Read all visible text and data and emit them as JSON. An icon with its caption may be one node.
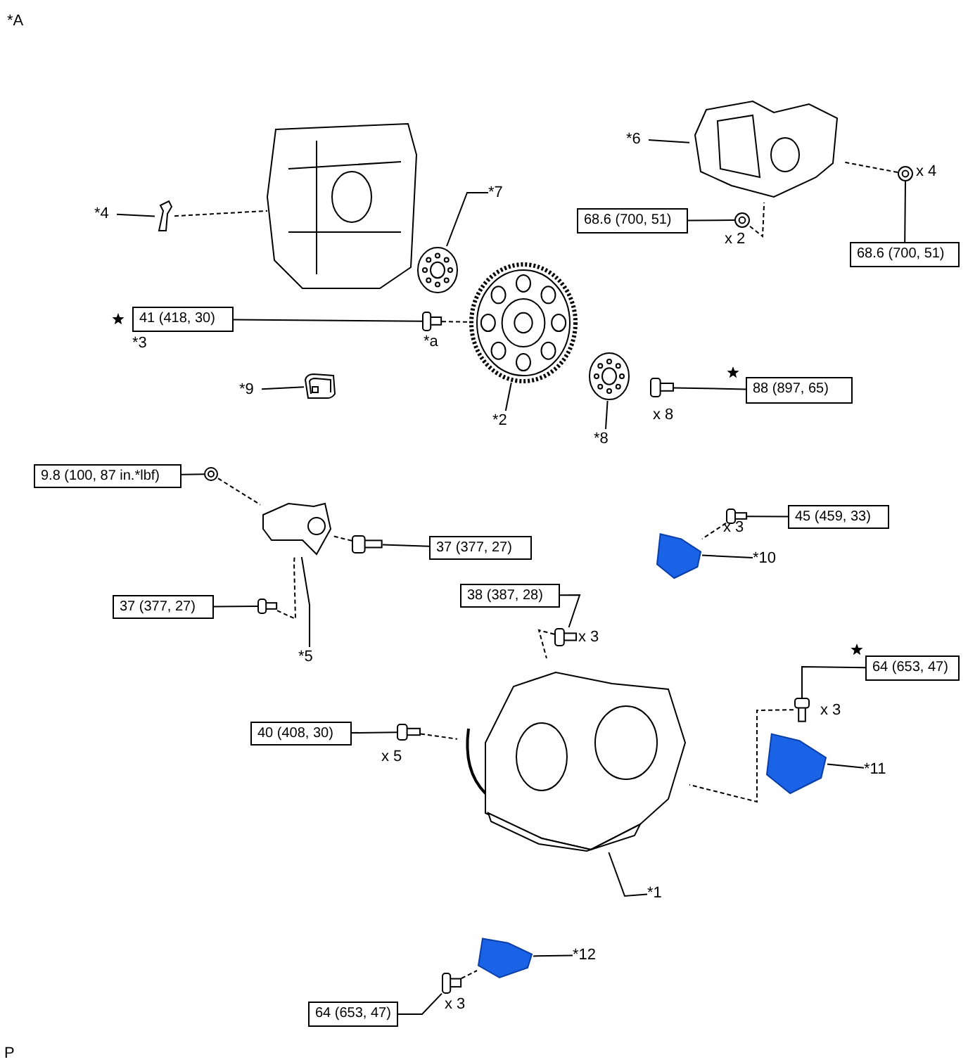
{
  "diagram": {
    "nodes": [
      {
        "text": [
          "*4"
        ]
      },
      {
        "text": [],
        "shape": "picture"
      },
      {
        "text": [
          "*6"
        ]
      },
      {
        "text": [],
        "shape": "picture"
      },
      {
        "text": [
          "*7"
        ]
      },
      {
        "text": [],
        "shape": "picture"
      },
      {
        "text": [
          "41 (418, 30)"
        ],
        "beside": [
          "*3"
        ]
      },
      {
        "text": [],
        "shape": "picture",
        "beside": [
          "*a"
        ]
      },
      {
        "text": [
          "*2"
        ]
      },
      {
        "text": [],
        "shape": "picture"
      },
      {
        "text": [
          "*9"
        ]
      },
      {
        "text": [],
        "shape": "picture"
      },
      {
        "text": [
          "*8"
        ]
      },
      {
        "text": [],
        "shape": "picture"
      },
      {
        "text": [
          "88 (897, 65)"
        ]
      },
      {
        "text": [],
        "shape": "picture",
        "beside": [
          "x 8"
        ]
      },
      {
        "text": [
          "68.6 (700, 51)"
        ]
      },
      {
        "text": [],
        "shape": "picture",
        "beside": [
          "x 2"
        ]
      },
      {
        "text": [
          "68.6 (700, 51)"
        ]
      },
      {
        "text": [],
        "shape": "picture",
        "beside": [
          "x 4"
        ]
      },
      {
        "text": [
          "9.8 (100, 87 in.*lbf)"
        ]
      },
      {
        "text": [],
        "shape": "picture"
      },
      {
        "text": [
          "37 (377, 27)"
        ]
      },
      {
        "text": [],
        "shape": "picture"
      },
      {
        "text": [
          "37 (377, 27)"
        ]
      },
      {
        "text": [],
        "shape": "picture"
      },
      {
        "text": [
          "*5"
        ]
      },
      {
        "text": [],
        "shape": "picture"
      },
      {
        "text": [
          "45 (459, 33)"
        ]
      },
      {
        "text": [],
        "shape": "picture",
        "beside": [
          "x 3"
        ]
      },
      {
        "text": [
          "*10"
        ]
      },
      {
        "text": [],
        "shape": "picture"
      },
      {
        "text": [
          "38 (387, 28)"
        ]
      },
      {
        "text": [],
        "shape": "picture",
        "beside": [
          "x 3"
        ]
      },
      {
        "text": [
          "64 (653, 47)"
        ]
      },
      {
        "text": [],
        "shape": "picture",
        "beside": [
          "x 3"
        ]
      },
      {
        "text": [
          "40 (408, 30)"
        ]
      },
      {
        "text": [],
        "shape": "picture",
        "beside": [
          "x 5"
        ]
      },
      {
        "text": [
          "*11"
        ]
      },
      {
        "text": [],
        "shape": "picture"
      },
      {
        "text": [
          "*1"
        ]
      },
      {
        "text": [],
        "shape": "picture"
      },
      {
        "text": [
          "*12"
        ]
      },
      {
        "text": [],
        "shape": "picture"
      },
      {
        "text": [
          "64 (653, 47)"
        ]
      },
      {
        "text": [],
        "shape": "picture",
        "beside": [
          "x 3"
        ]
      },
      {
        "text": [],
        "shape": "picture"
      }
    ],
    "edges": [
      {
        "from": 0,
        "to": 1,
        "arrow": "none"
      },
      {
        "from": 2,
        "to": 3,
        "arrow": "none"
      },
      {
        "from": 4,
        "to": 5,
        "arrow": "none"
      },
      {
        "from": 6,
        "to": 7,
        "arrow": "none"
      },
      {
        "from": 8,
        "to": 9,
        "arrow": "none"
      },
      {
        "from": 10,
        "to": 11,
        "arrow": "none"
      },
      {
        "from": 12,
        "to": 13,
        "arrow": "none"
      },
      {
        "from": 14,
        "to": 15,
        "arrow": "none"
      },
      {
        "from": 16,
        "to": 17,
        "arrow": "none"
      },
      {
        "from": 18,
        "to": 19,
        "arrow": "none"
      },
      {
        "from": 20,
        "to": 21,
        "arrow": "none"
      },
      {
        "from": 22,
        "to": 23,
        "arrow": "none"
      },
      {
        "from": 24,
        "to": 25,
        "arrow": "none"
      },
      {
        "from": 26,
        "to": 27,
        "arrow": "none"
      },
      {
        "from": 28,
        "to": 29,
        "arrow": "none"
      },
      {
        "from": 30,
        "to": 31,
        "arrow": "none"
      },
      {
        "from": 32,
        "to": 33,
        "arrow": "none"
      },
      {
        "from": 34,
        "to": 35,
        "arrow": "none"
      },
      {
        "from": 36,
        "to": 37,
        "arrow": "none"
      },
      {
        "from": 38,
        "to": 39,
        "arrow": "none"
      },
      {
        "from": 40,
        "to": 41,
        "arrow": "none"
      },
      {
        "from": 42,
        "to": 43,
        "arrow": "none"
      },
      {
        "from": 44,
        "to": 45,
        "arrow": "none"
      },
      {
        "from": 1,
        "to": 46,
        "arrow": "none",
        "style": "dashed"
      },
      {
        "from": 7,
        "to": 9,
        "arrow": "none",
        "style": "dashed"
      },
      {
        "from": 19,
        "to": 3,
        "arrow": "none",
        "style": "dashed"
      },
      {
        "from": 17,
        "to": 3,
        "arrow": "none",
        "style": "dashed"
      },
      {
        "from": 21,
        "to": 27,
        "arrow": "none",
        "style": "dashed"
      },
      {
        "from": 23,
        "to": 27,
        "arrow": "none",
        "style": "dashed"
      },
      {
        "from": 25,
        "to": 27,
        "arrow": "none",
        "style": "dashed"
      },
      {
        "from": 29,
        "to": 31,
        "arrow": "none",
        "style": "dashed"
      },
      {
        "from": 33,
        "to": 41,
        "arrow": "none",
        "style": "dashed"
      },
      {
        "from": 37,
        "to": 41,
        "arrow": "none",
        "style": "dashed"
      },
      {
        "from": 35,
        "to": 41,
        "arrow": "none",
        "style": "dashed"
      },
      {
        "from": 45,
        "to": 43,
        "arrow": "none",
        "style": "dashed"
      }
    ],
    "labels": [
      "*A",
      "P"
    ]
  }
}
